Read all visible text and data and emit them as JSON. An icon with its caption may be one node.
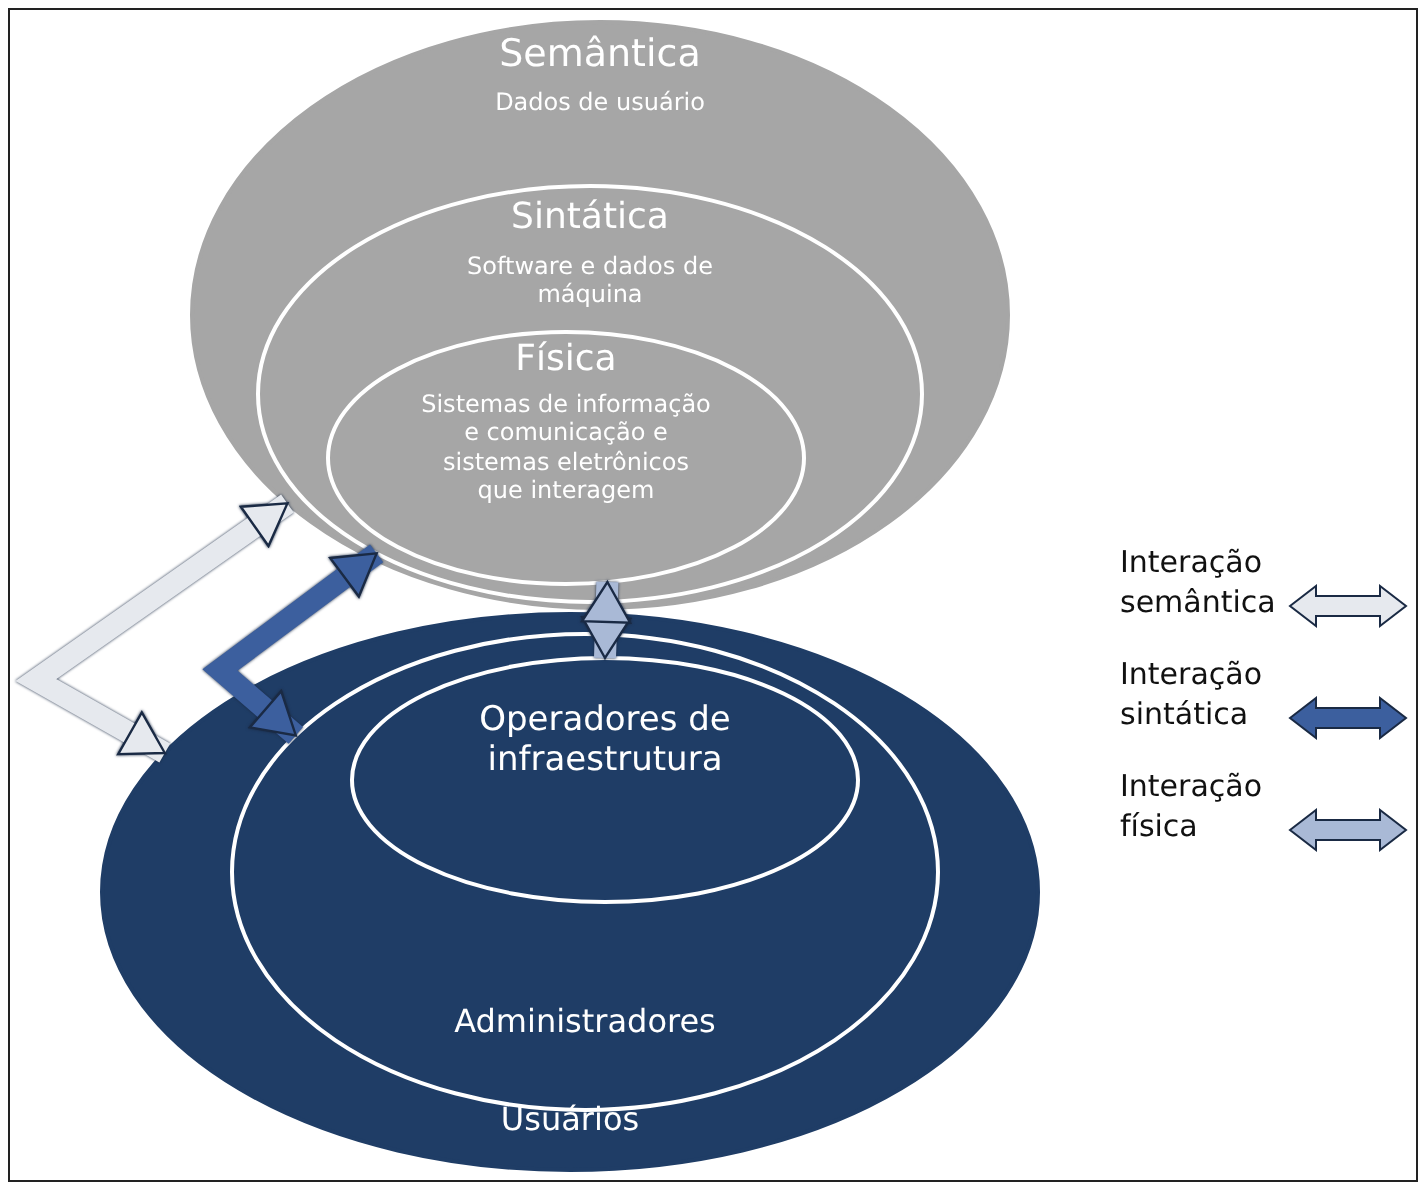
{
  "diagram": {
    "nodes": [
      {
        "text": [
          "Semântica",
          "Dados de usuário"
        ]
      },
      {
        "text": [
          "Sintática",
          "Software e dados de máquina"
        ],
        "in": 0
      },
      {
        "text": [
          "Física",
          "Sistemas de informação e comunicação e sistemas eletrônicos que interagem"
        ],
        "in": 1
      },
      {
        "text": [
          "Usuários"
        ]
      },
      {
        "text": [
          "Administradores"
        ],
        "in": 3
      },
      {
        "text": [
          "Operadores de infraestrutura"
        ],
        "in": 4
      }
    ],
    "edges": [
      {
        "from": 3,
        "to": 0,
        "arrow": "both",
        "color": "#e6e9ee"
      },
      {
        "from": 4,
        "to": 1,
        "arrow": "both",
        "color": "#3c5f9e"
      },
      {
        "from": 5,
        "to": 2,
        "arrow": "both",
        "color": "#a9b9d6"
      }
    ],
    "legend": [
      {
        "text": "Interação semântica"
      },
      {
        "text": "Interação sintática"
      },
      {
        "text": "Interação física"
      }
    ]
  }
}
